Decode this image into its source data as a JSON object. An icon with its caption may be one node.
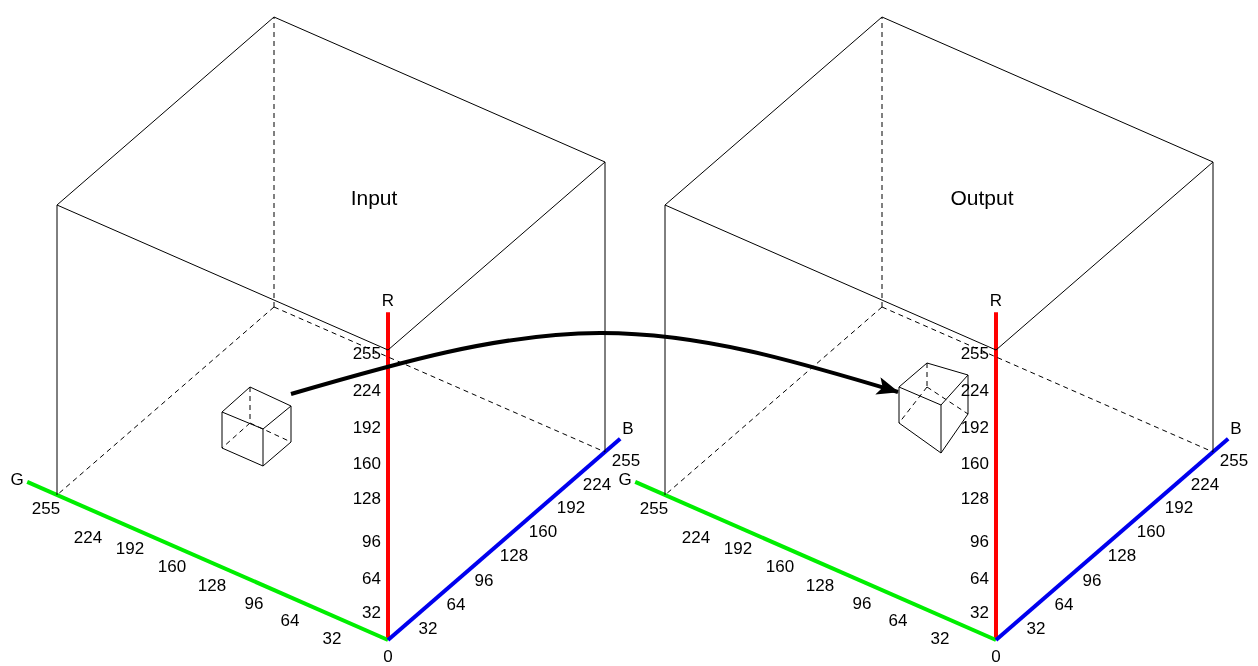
{
  "diagram": {
    "nodes": [
      {
        "text": [
          "Input"
        ]
      },
      {
        "text": [],
        "shape": "cube",
        "in": 0
      },
      {
        "text": [
          "Output"
        ]
      },
      {
        "text": [],
        "shape": "cube",
        "in": 2
      }
    ],
    "edges": [
      {
        "from": 1,
        "to": 3,
        "arrow": "to"
      }
    ],
    "labels": [
      "R",
      "255",
      "224",
      "192",
      "160",
      "128",
      "96",
      "64",
      "32",
      "G",
      "255",
      "224",
      "192",
      "160",
      "128",
      "96",
      "64",
      "32",
      "B",
      "255",
      "224",
      "192",
      "160",
      "128",
      "96",
      "64",
      "32",
      "0",
      "R",
      "255",
      "224",
      "192",
      "160",
      "128",
      "96",
      "64",
      "32",
      "G",
      "255",
      "224",
      "192",
      "160",
      "128",
      "96",
      "64",
      "32",
      "B",
      "255",
      "224",
      "192",
      "160",
      "128",
      "96",
      "64",
      "32",
      "0"
    ]
  }
}
